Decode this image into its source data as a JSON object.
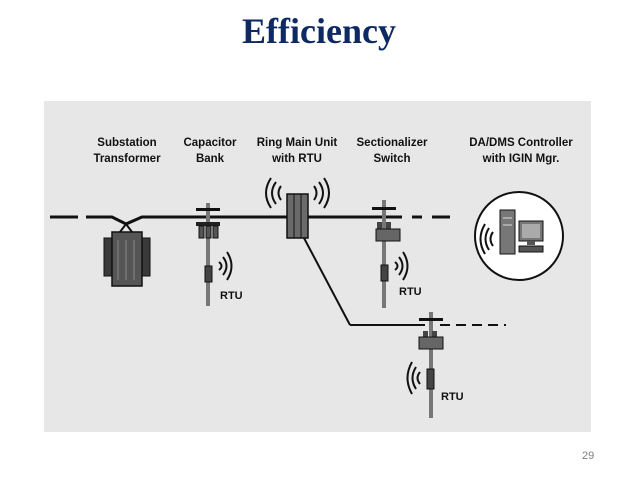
{
  "slide": {
    "title": "Efficiency",
    "page_number": "29"
  },
  "diagram": {
    "labels": {
      "substation": [
        "Substation",
        "Transformer"
      ],
      "capacitor": [
        "Capacitor",
        "Bank"
      ],
      "ring_main": [
        "Ring Main Unit",
        "with RTU"
      ],
      "sectionalizer": [
        "Sectionalizer",
        "Switch"
      ],
      "controller": [
        "DA/DMS Controller",
        "with IGIN Mgr."
      ]
    },
    "rtu_labels": {
      "capacitor": "RTU",
      "sectionalizer": "RTU",
      "branch": "RTU"
    },
    "colors": {
      "title": "#0f2a63",
      "panel": "#e7e7e7",
      "line": "#111111"
    }
  }
}
